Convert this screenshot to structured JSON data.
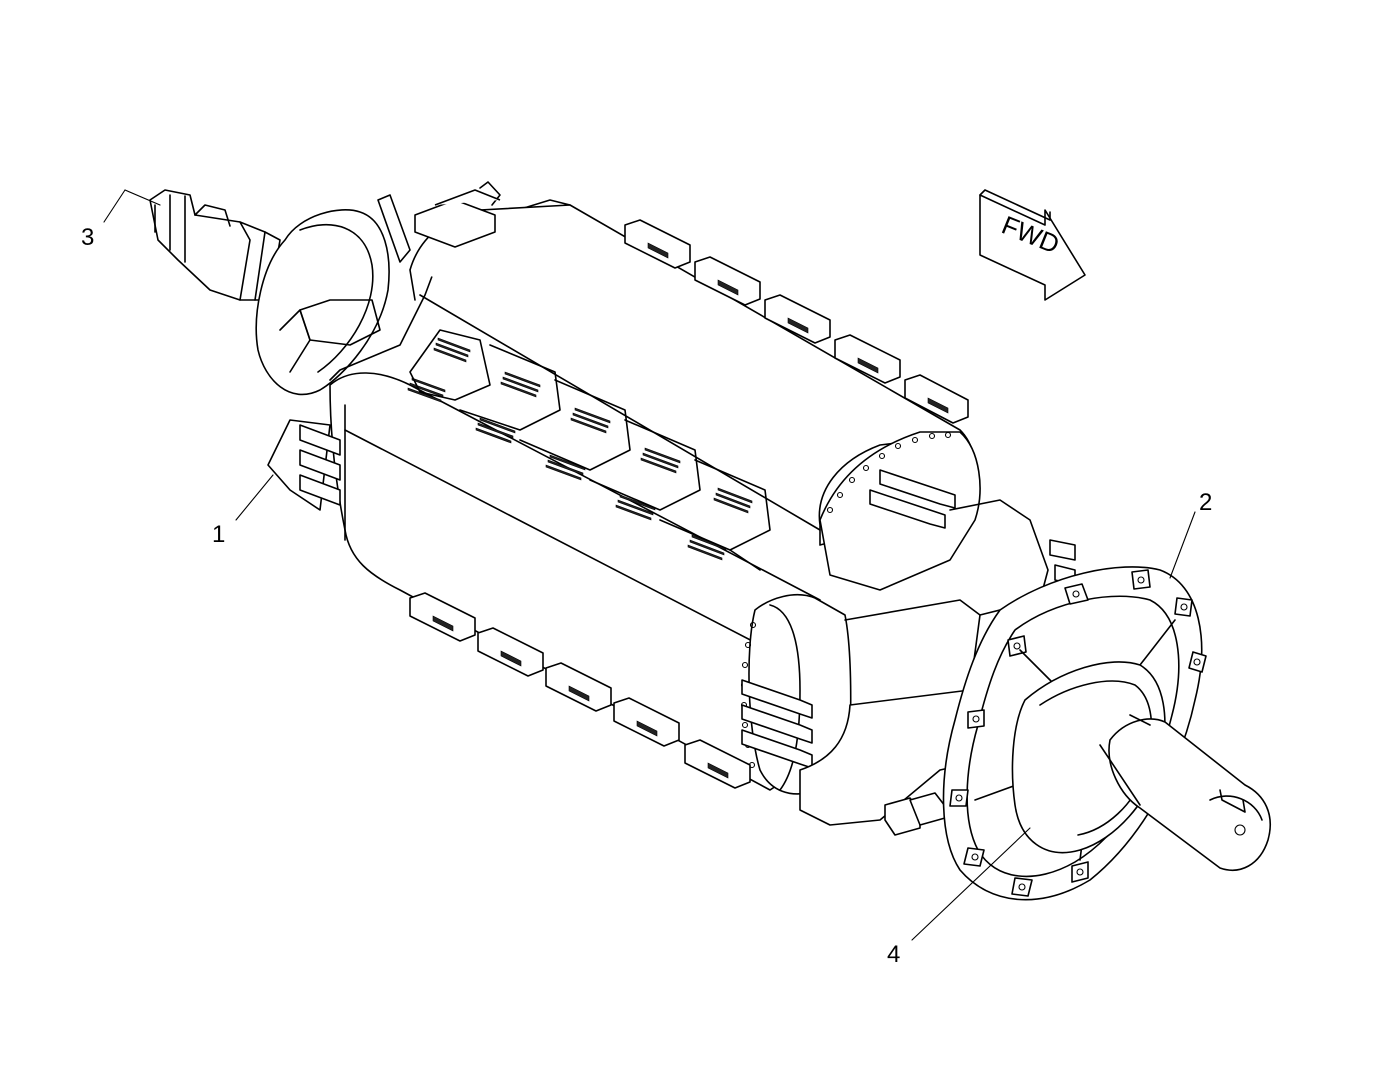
{
  "callouts": [
    {
      "id": "1",
      "label": "1"
    },
    {
      "id": "2",
      "label": "2"
    },
    {
      "id": "3",
      "label": "3"
    },
    {
      "id": "4",
      "label": "4"
    }
  ],
  "direction_arrow": {
    "label": "FWD",
    "icon": "forward-arrow-icon"
  },
  "colors": {
    "line": "#000000",
    "background": "#ffffff"
  }
}
